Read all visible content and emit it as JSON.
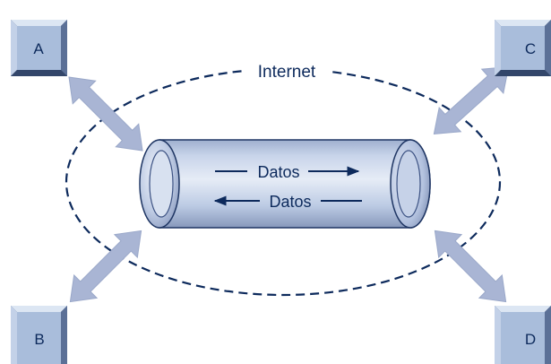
{
  "network_label": "Internet",
  "tunnel": {
    "top_label": "Datos",
    "bottom_label": "Datos"
  },
  "nodes": {
    "a": "A",
    "b": "B",
    "c": "C",
    "d": "D"
  },
  "colors": {
    "node_face": "#a9bddb",
    "node_bevel_light": "#dce6f3",
    "node_bevel_dark": "#3e5376",
    "arrow_fill": "#a9b5d4",
    "tunnel_fill": "#b9c7e2",
    "ink": "#0d2a5c"
  }
}
